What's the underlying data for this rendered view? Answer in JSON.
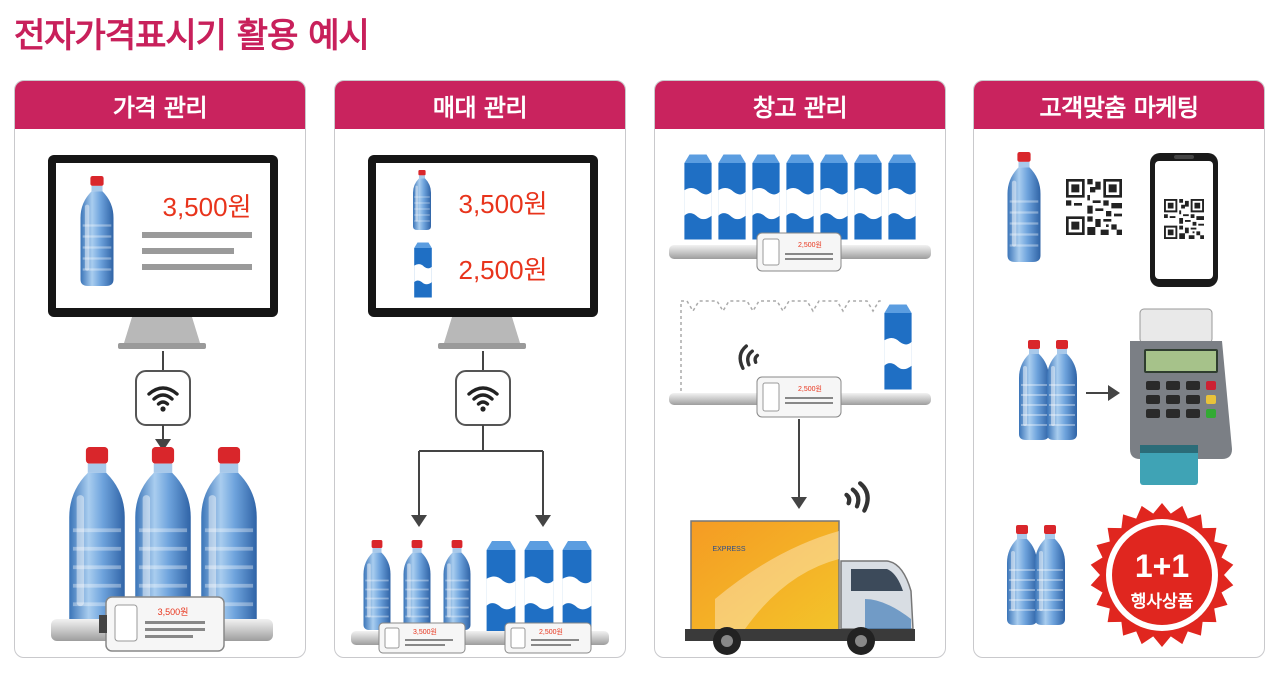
{
  "title": "전자가격표시기 활용 예시",
  "panels": [
    {
      "heading": "가격 관리",
      "monitor_price": "3,500원",
      "tag_price": "3,500원"
    },
    {
      "heading": "매대 관리",
      "monitor_price_1": "3,500원",
      "monitor_price_2": "2,500원",
      "tag_price_1": "3,500원",
      "tag_price_2": "2,500원"
    },
    {
      "heading": "창고 관리",
      "tag_price_1": "2,500원",
      "tag_price_2": "2,500원",
      "truck_brand": "EXPRESS"
    },
    {
      "heading": "고객맞춤 마케팅",
      "badge_line1": "1+1",
      "badge_line2": "행사상품"
    }
  ],
  "colors": {
    "accent": "#c9235e",
    "price_red": "#e8341c",
    "bottle_blue": "#4a86c8",
    "milk_blue": "#1f6fc4",
    "cap_red": "#d9262b"
  },
  "icons": [
    "wifi-icon",
    "qr-code-icon",
    "phone-icon",
    "card-terminal-icon",
    "truck-icon",
    "arrow-icon"
  ]
}
